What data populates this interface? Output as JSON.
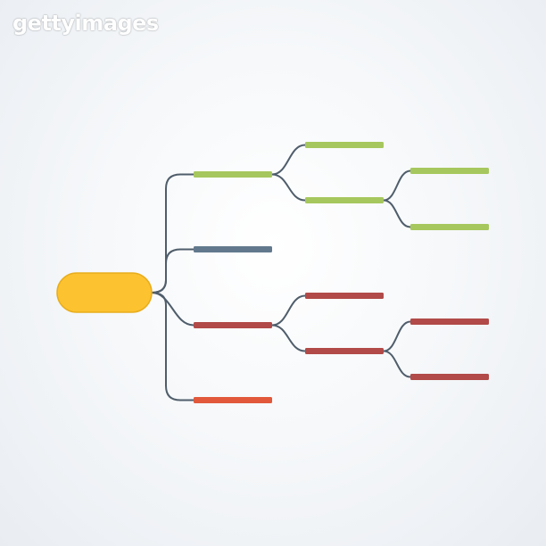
{
  "watermark": "gettyimages",
  "colors": {
    "root": "#fdc22f",
    "root_stroke": "#e8ad1c",
    "connector": "#4f5d6b",
    "green": "#a6c75d",
    "slate": "#62798d",
    "red": "#b14a48",
    "orange": "#e1583a"
  },
  "diagram": {
    "root": {
      "id": "root",
      "color": "root"
    },
    "nodes": [
      {
        "id": "branch-1",
        "parent": "root",
        "color": "green"
      },
      {
        "id": "branch-1-1",
        "parent": "branch-1",
        "color": "green"
      },
      {
        "id": "branch-1-2",
        "parent": "branch-1",
        "color": "green"
      },
      {
        "id": "branch-1-2-1",
        "parent": "branch-1-2",
        "color": "green"
      },
      {
        "id": "branch-1-2-2",
        "parent": "branch-1-2",
        "color": "green"
      },
      {
        "id": "branch-2",
        "parent": "root",
        "color": "slate"
      },
      {
        "id": "branch-3",
        "parent": "root",
        "color": "red"
      },
      {
        "id": "branch-3-1",
        "parent": "branch-3",
        "color": "red"
      },
      {
        "id": "branch-3-2",
        "parent": "branch-3",
        "color": "red"
      },
      {
        "id": "branch-3-2-1",
        "parent": "branch-3-2",
        "color": "red"
      },
      {
        "id": "branch-3-2-2",
        "parent": "branch-3-2",
        "color": "red"
      },
      {
        "id": "branch-4",
        "parent": "root",
        "color": "orange"
      }
    ]
  }
}
